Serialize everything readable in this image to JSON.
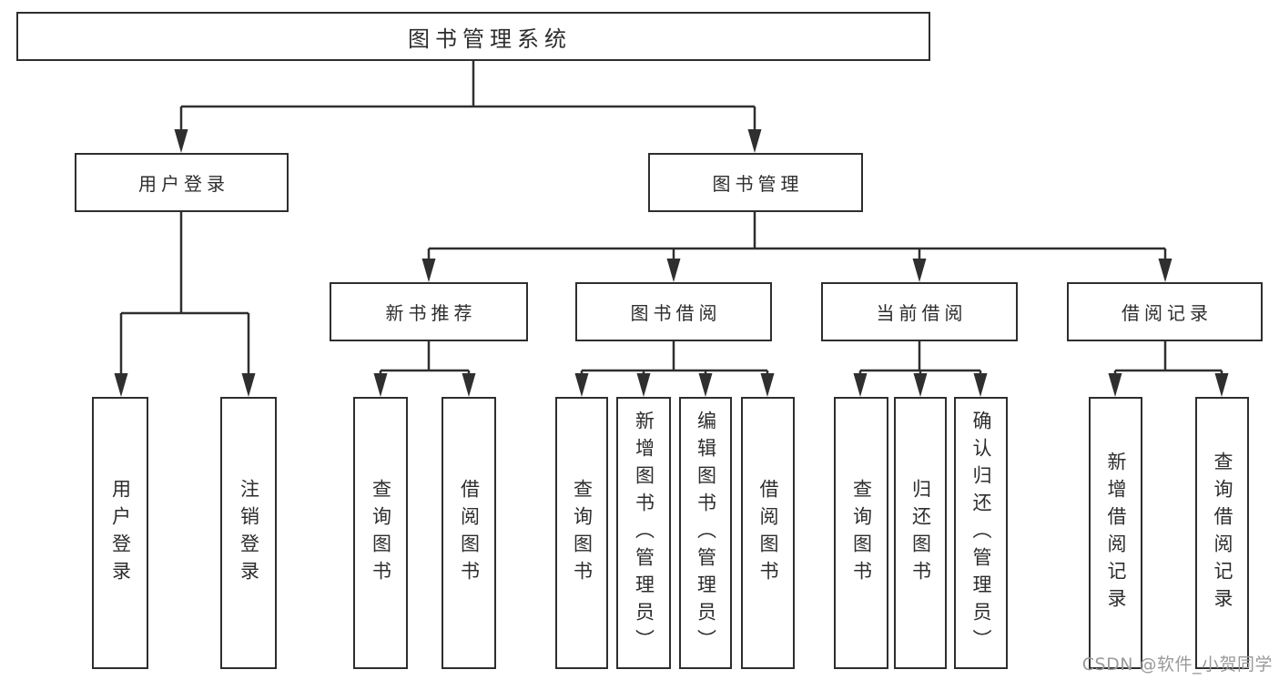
{
  "tree": {
    "label": "图书管理系统",
    "children": [
      {
        "label": "用户登录",
        "children": [
          {
            "label": "用户登录"
          },
          {
            "label": "注销登录"
          }
        ]
      },
      {
        "label": "图书管理",
        "children": [
          {
            "label": "新书推荐",
            "children": [
              {
                "label": "查询图书"
              },
              {
                "label": "借阅图书"
              }
            ]
          },
          {
            "label": "图书借阅",
            "children": [
              {
                "label": "查询图书"
              },
              {
                "label": "新增图书（管理员）"
              },
              {
                "label": "编辑图书（管理员）"
              },
              {
                "label": "借阅图书"
              }
            ]
          },
          {
            "label": "当前借阅",
            "children": [
              {
                "label": "查询图书"
              },
              {
                "label": "归还图书"
              },
              {
                "label": "确认归还（管理员）"
              }
            ]
          },
          {
            "label": "借阅记录",
            "children": [
              {
                "label": "新增借阅记录"
              },
              {
                "label": "查询借阅记录"
              }
            ]
          }
        ]
      }
    ]
  },
  "watermark": {
    "text": "CSDN @软件_小贺同学"
  },
  "colors": {
    "background": "#ffffff",
    "line": "#2f2f2f",
    "box_border": "#2e2e2e",
    "text": "#2d2d2d",
    "watermark": "#9a9a9a"
  }
}
